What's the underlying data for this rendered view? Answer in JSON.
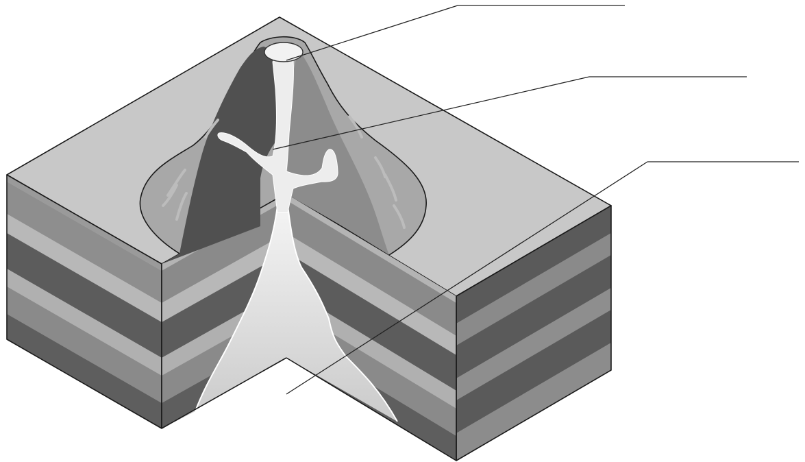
{
  "figure": {
    "subject": "volcano-cross-section-block",
    "labels": [
      {
        "id": "crater",
        "text": ""
      },
      {
        "id": "central-vent",
        "text": ""
      },
      {
        "id": "magma-chamber",
        "text": ""
      }
    ]
  },
  "colors": {
    "top_surface": "#c8c8c8",
    "dark_layer": "#5a5a5a",
    "mid_layer": "#8a8a8a",
    "light_layer": "#b4b4b4",
    "volcano_inner_dark": "#505050",
    "volcano_inner_mid": "#8c8c8c",
    "lava_flow": "#a8a8a8",
    "magma": "#e9e9e9",
    "chamber": "#bcbcbc"
  }
}
